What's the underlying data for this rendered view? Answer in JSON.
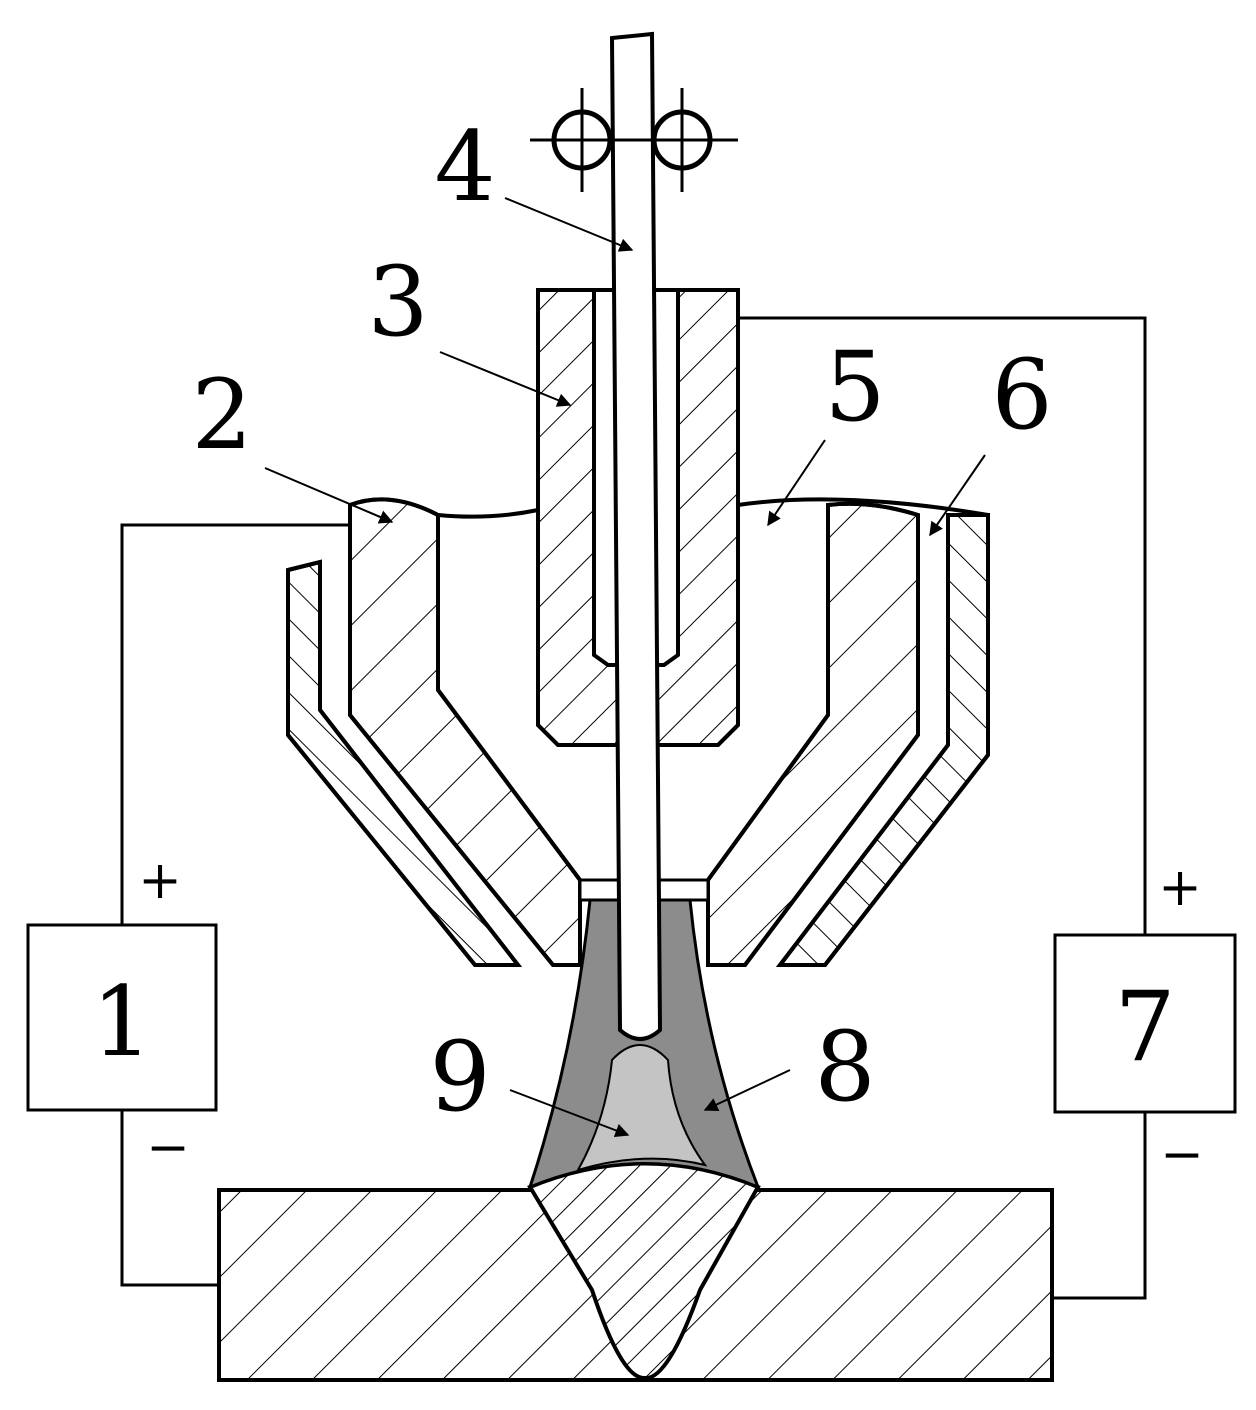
{
  "labels": {
    "n1": "1",
    "n2": "2",
    "n3": "3",
    "n4": "4",
    "n5": "5",
    "n6": "6",
    "n7": "7",
    "n8": "8",
    "n9": "9"
  },
  "signs": {
    "left_plus": "+",
    "left_minus": "−",
    "right_plus": "+",
    "right_minus": "−"
  },
  "colors": {
    "line": "#000000",
    "arc_outer": "#8c8c8c",
    "arc_inner": "#c4c4c4"
  }
}
